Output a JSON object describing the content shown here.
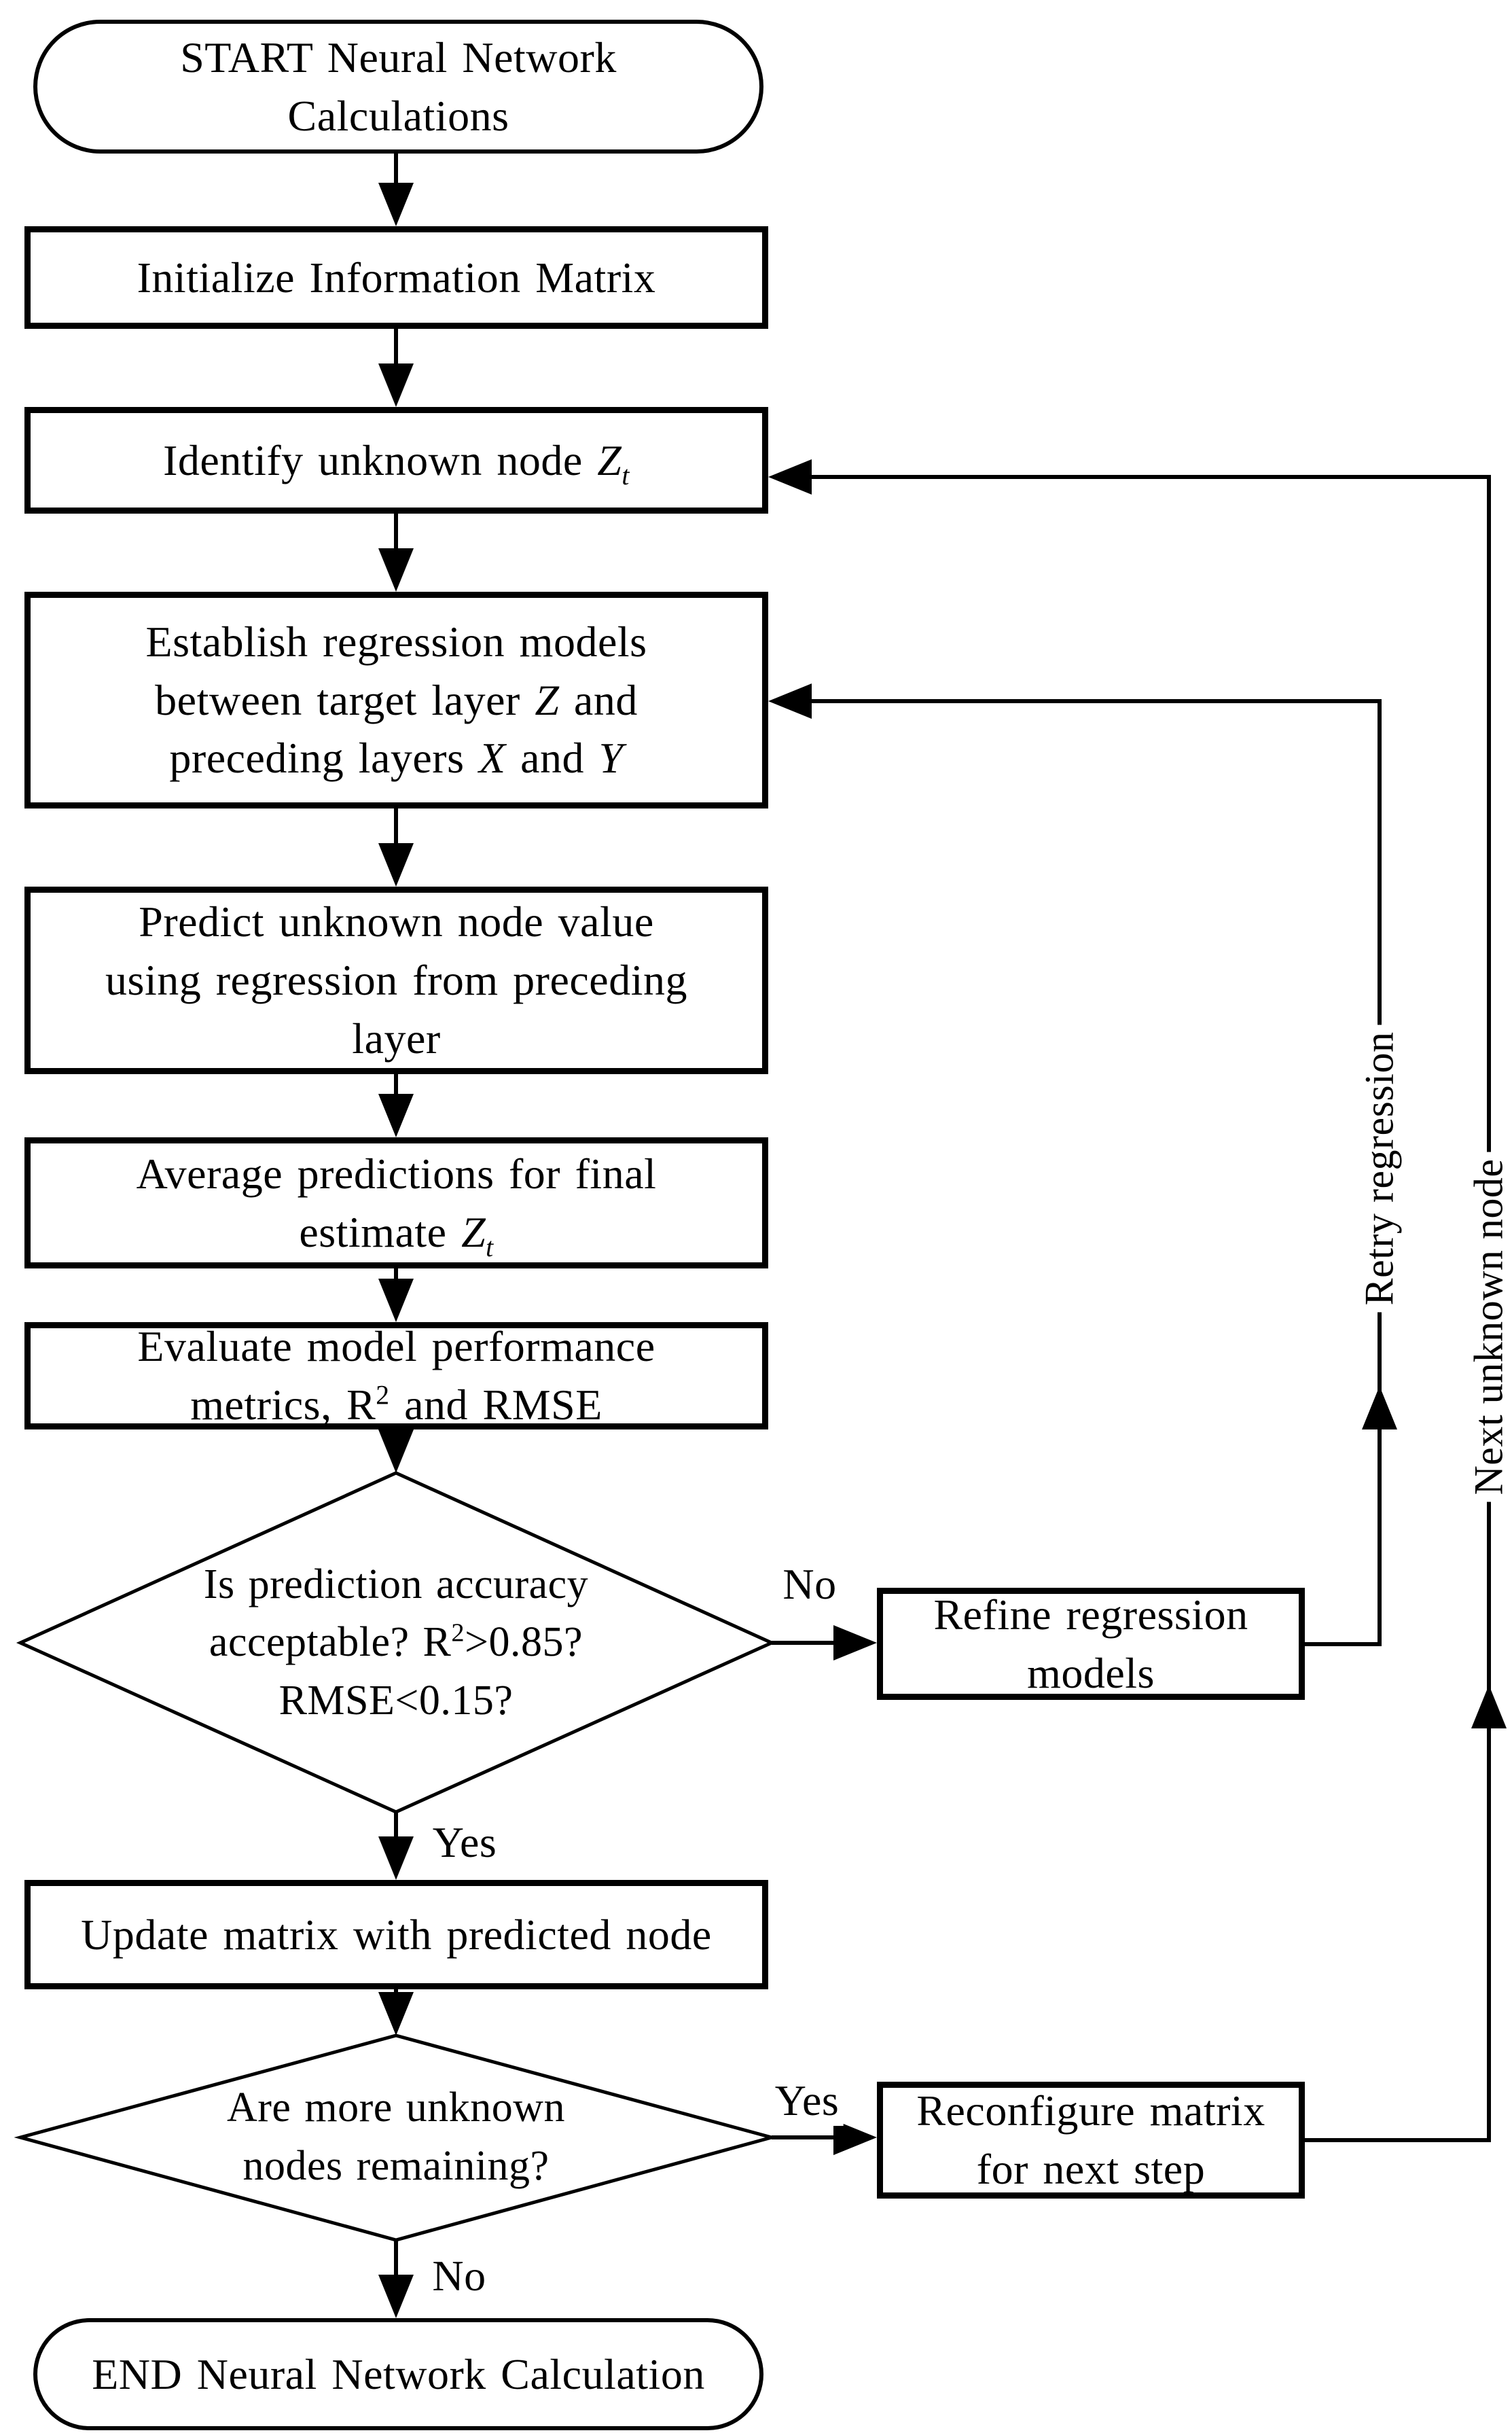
{
  "page": {
    "background": "#ffffff",
    "ink": "#000000"
  },
  "diagram": {
    "nodes": {
      "start": {
        "type": "terminator",
        "lines": [
          [
            {
              "t": "START Neural Network"
            }
          ],
          [
            {
              "t": "Calculations"
            }
          ]
        ]
      },
      "init": {
        "type": "process",
        "lines": [
          [
            {
              "t": "Initialize Information Matrix"
            }
          ]
        ]
      },
      "identify": {
        "type": "process",
        "lines": [
          [
            {
              "t": "Identify unknown node "
            },
            {
              "t": "Z",
              "i": true
            },
            {
              "t": "t",
              "i": true,
              "sub": true
            }
          ]
        ]
      },
      "establish": {
        "type": "process",
        "lines": [
          [
            {
              "t": "Establish regression models"
            }
          ],
          [
            {
              "t": "between target layer "
            },
            {
              "t": "Z",
              "i": true
            },
            {
              "t": " and"
            }
          ],
          [
            {
              "t": "preceding layers "
            },
            {
              "t": "X",
              "i": true
            },
            {
              "t": " and "
            },
            {
              "t": "Y",
              "i": true
            }
          ]
        ]
      },
      "predict": {
        "type": "process",
        "lines": [
          [
            {
              "t": "Predict unknown node value"
            }
          ],
          [
            {
              "t": "using regression from preceding"
            }
          ],
          [
            {
              "t": "layer"
            }
          ]
        ]
      },
      "average": {
        "type": "process",
        "lines": [
          [
            {
              "t": "Average predictions for final"
            }
          ],
          [
            {
              "t": "estimate "
            },
            {
              "t": "Z",
              "i": true
            },
            {
              "t": "t",
              "i": true,
              "sub": true
            }
          ]
        ]
      },
      "evaluate": {
        "type": "process",
        "lines": [
          [
            {
              "t": "Evaluate model performance"
            }
          ],
          [
            {
              "t": "metrics, R"
            },
            {
              "t": "2",
              "sup": true
            },
            {
              "t": " and RMSE"
            }
          ]
        ]
      },
      "accuracy_decision": {
        "type": "decision",
        "lines": [
          [
            {
              "t": "Is prediction accuracy"
            }
          ],
          [
            {
              "t": "acceptable? R"
            },
            {
              "t": "2",
              "sup": true
            },
            {
              "t": ">0.85?"
            }
          ],
          [
            {
              "t": "RMSE<0.15?"
            }
          ]
        ]
      },
      "update": {
        "type": "process",
        "lines": [
          [
            {
              "t": "Update matrix with predicted node"
            }
          ]
        ]
      },
      "more_nodes_decision": {
        "type": "decision",
        "lines": [
          [
            {
              "t": "Are more unknown"
            }
          ],
          [
            {
              "t": "nodes remaining?"
            }
          ]
        ]
      },
      "end": {
        "type": "terminator",
        "lines": [
          [
            {
              "t": "END Neural Network Calculation"
            }
          ]
        ]
      },
      "refine": {
        "type": "process",
        "lines": [
          [
            {
              "t": "Refine regression"
            }
          ],
          [
            {
              "t": "models"
            }
          ]
        ]
      },
      "reconfigure": {
        "type": "process",
        "lines": [
          [
            {
              "t": "Reconfigure matrix"
            }
          ],
          [
            {
              "t": "for next step"
            }
          ]
        ]
      }
    },
    "edge_labels": {
      "accuracy_no": "No",
      "accuracy_yes": "Yes",
      "more_yes": "Yes",
      "more_no": "No",
      "retry": "Retry regression",
      "next": "Next unknown node"
    }
  }
}
